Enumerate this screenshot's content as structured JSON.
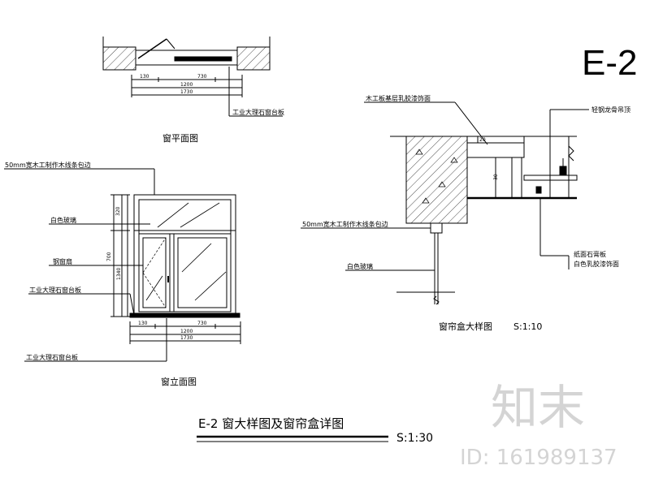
{
  "sheet_code": "E-2",
  "drawing_title": "E-2 窗大样图及窗帘盒详图",
  "drawing_scale": "S:1:30",
  "plan_view": {
    "caption": "窗平面图",
    "dims_row1": [
      "130",
      "730"
    ],
    "dims_row2": "1200",
    "dims_row3": "1730",
    "callout": "工业大理石窗台板"
  },
  "elevation_view": {
    "caption": "窗立面图",
    "callouts": {
      "top": "50mm宽木工制作木线条包边",
      "glass": "白色玻璃",
      "frame": "钢窗扇",
      "sill": "工业大理石窗台板",
      "bottom": "工业大理石窗台板"
    },
    "dims_left": [
      "320",
      "700",
      "1340"
    ],
    "dims_bottom_row1": [
      "130",
      "730"
    ],
    "dims_bottom_row2": "1200",
    "dims_bottom_row3": "1730"
  },
  "detail_view": {
    "caption": "窗帘盒大样图",
    "scale": "S:1:10",
    "callouts": {
      "top_left": "木工板基层乳胶漆饰面",
      "top_right": "轻钢龙骨吊顶",
      "left_mid": "50mm宽木工制作木线条包边",
      "left_low": "白色玻璃",
      "right_low_1": "纸面石膏板",
      "right_low_2": "白色乳胶漆饰面"
    },
    "dims": [
      "20",
      "30"
    ]
  },
  "watermark": {
    "brand": "知末",
    "id": "ID: 161989137"
  }
}
